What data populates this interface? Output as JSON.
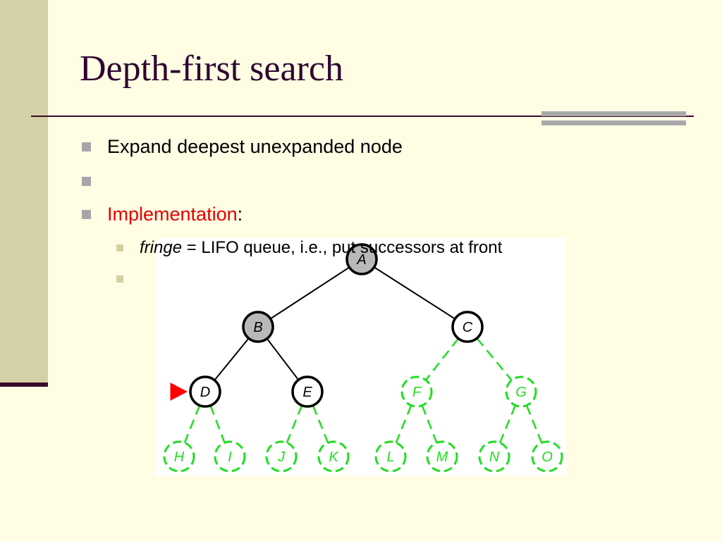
{
  "slide": {
    "title": "Depth-first search",
    "colors": {
      "background": "#fffde4",
      "sidebar": "#d3d1a5",
      "title_text": "#2f0530",
      "rule": "#3b0a2a",
      "accent_bars": "#a9a9ab",
      "highlight_text": "#e60000",
      "bullet_level1": "#a6a6a8",
      "bullet_level2": "#d2d0a4"
    },
    "bullets": [
      {
        "text": "Expand deepest unexpanded node"
      },
      {
        "text": ""
      },
      {
        "highlight": "Implementation",
        "suffix": ":"
      }
    ],
    "sub_bullets": [
      {
        "italic": "fringe",
        "text": " = LIFO queue, i.e., put successors at front"
      },
      {
        "text": ""
      }
    ]
  },
  "tree": {
    "colors": {
      "expanded_fill": "#b9b9b9",
      "node_stroke": "#000000",
      "unexplored": "#22dd22",
      "pointer": "#ff0000"
    },
    "nodes": [
      {
        "id": "A",
        "state": "expanded"
      },
      {
        "id": "B",
        "state": "expanded"
      },
      {
        "id": "C",
        "state": "fringe"
      },
      {
        "id": "D",
        "state": "fringe",
        "current": true
      },
      {
        "id": "E",
        "state": "fringe"
      },
      {
        "id": "F",
        "state": "unexplored"
      },
      {
        "id": "G",
        "state": "unexplored"
      },
      {
        "id": "H",
        "state": "unexplored"
      },
      {
        "id": "I",
        "state": "unexplored"
      },
      {
        "id": "J",
        "state": "unexplored"
      },
      {
        "id": "K",
        "state": "unexplored"
      },
      {
        "id": "L",
        "state": "unexplored"
      },
      {
        "id": "M",
        "state": "unexplored"
      },
      {
        "id": "N",
        "state": "unexplored"
      },
      {
        "id": "O",
        "state": "unexplored"
      }
    ],
    "edges": [
      {
        "from": "A",
        "to": "B",
        "state": "explored"
      },
      {
        "from": "A",
        "to": "C",
        "state": "explored"
      },
      {
        "from": "B",
        "to": "D",
        "state": "explored"
      },
      {
        "from": "B",
        "to": "E",
        "state": "explored"
      },
      {
        "from": "C",
        "to": "F",
        "state": "unexplored"
      },
      {
        "from": "C",
        "to": "G",
        "state": "unexplored"
      },
      {
        "from": "D",
        "to": "H",
        "state": "unexplored"
      },
      {
        "from": "D",
        "to": "I",
        "state": "unexplored"
      },
      {
        "from": "E",
        "to": "J",
        "state": "unexplored"
      },
      {
        "from": "E",
        "to": "K",
        "state": "unexplored"
      },
      {
        "from": "F",
        "to": "L",
        "state": "unexplored"
      },
      {
        "from": "F",
        "to": "M",
        "state": "unexplored"
      },
      {
        "from": "G",
        "to": "N",
        "state": "unexplored"
      },
      {
        "from": "G",
        "to": "O",
        "state": "unexplored"
      }
    ]
  }
}
